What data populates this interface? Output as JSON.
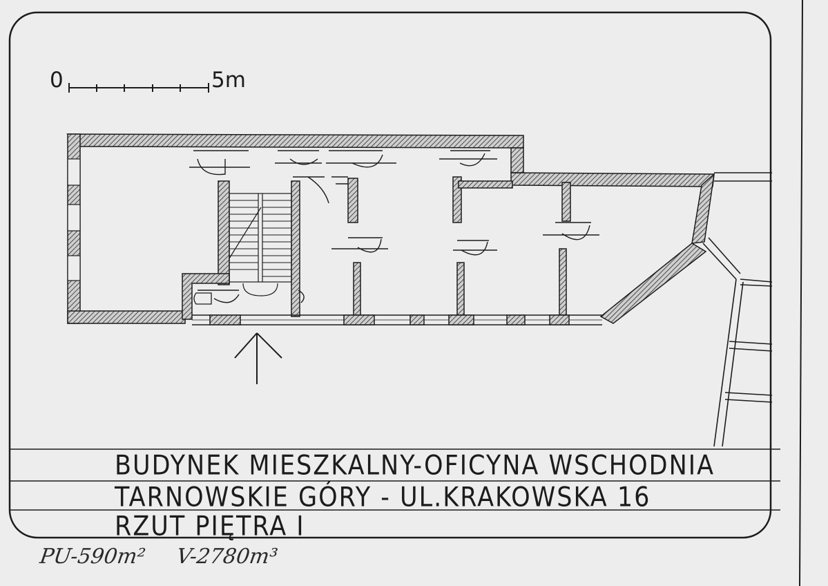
{
  "drawing": {
    "scale_bar": {
      "start_label": "0",
      "end_label": "5m"
    },
    "title_block": {
      "line1": "BUDYNEK MIESZKALNY-OFICYNA WSCHODNIA",
      "line2": "TARNOWSKIE GÓRY - UL.KRAKOWSKA 16",
      "line3": "RZUT PIĘTRA I"
    },
    "handwritten_notes": {
      "area": "PU-590m²",
      "volume": "V-2780m³"
    }
  },
  "colors": {
    "paper": "#ededed",
    "ink": "#1c1c1c",
    "hatch": "#5a5a5a"
  }
}
